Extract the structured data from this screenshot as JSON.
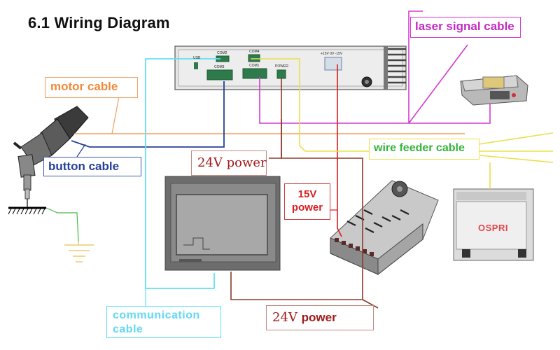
{
  "section_title": "6.1 Wiring Diagram",
  "labels": {
    "laser_signal_cable": "laser  signal cable",
    "motor_cable": "motor cable",
    "button_cable": "button cable",
    "power_24v_top": "24V power",
    "wire_feeder_cable": "wire feeder cable",
    "power_15v_line1": "15V",
    "power_15v_line2": "power",
    "communication_line1": "communication",
    "communication_line2": "cable",
    "power_24v_bottom_prefix": "24V ",
    "power_24v_bottom_suffix": "power"
  },
  "controller_ports": {
    "usb": "USB",
    "com2": "COM2",
    "com3": "COM3",
    "com4": "COM4",
    "com1": "COM1",
    "power": "POWER",
    "supply": "+15V 0V -15V"
  },
  "device_text": {
    "wire_feeder_brand": "OSPRI"
  },
  "colors": {
    "laser_signal": "#d23bd2",
    "motor": "#f0a060",
    "button": "#27409a",
    "power_24v": "#8b3a2a",
    "wire_feeder": "#e8e04a",
    "power_15v": "#d81e1e",
    "communication": "#5fe1f5",
    "ground": "#46b946"
  }
}
